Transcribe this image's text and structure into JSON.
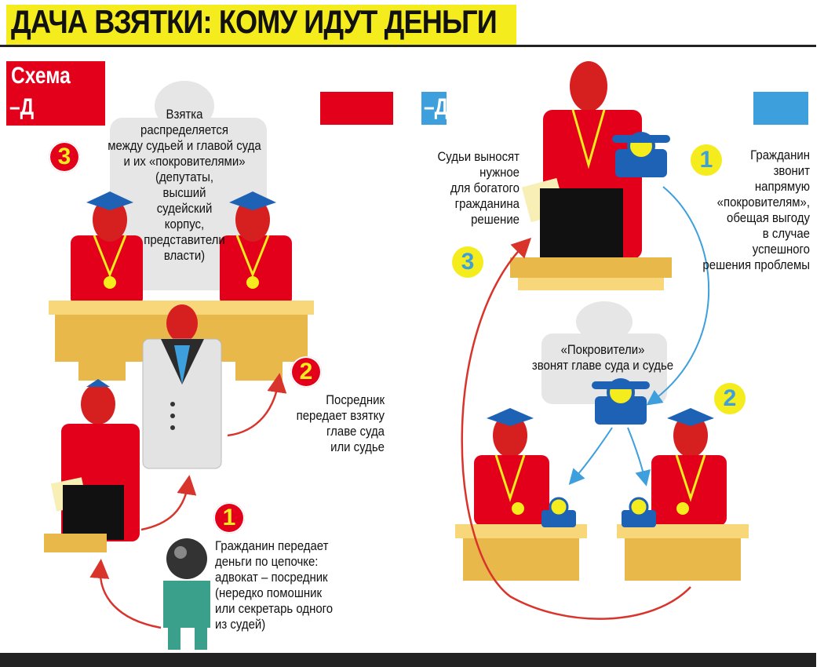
{
  "header": {
    "title": "ДАЧА ВЗЯТКИ: КОМУ ИДУТ ДЕНЬГИ"
  },
  "left_scheme": {
    "label_line1": "Схема",
    "label_line2": "–Д",
    "accent_color": "#e2001a",
    "steps": [
      {
        "number": "1",
        "lines": [
          "Гражданин передает",
          "деньги по цепочке:",
          "адвокат – посредник",
          "(нередко помошник",
          "или секретарь одного",
          "из судей)"
        ]
      },
      {
        "number": "2",
        "lines": [
          "Посредник",
          "передает взятку",
          "главе суда",
          "или судье"
        ]
      },
      {
        "number": "3",
        "lines": [
          "Взятка",
          "распределяется",
          "между судьей и главой суда",
          "и их «покровителями»",
          "(депутаты,",
          "высший",
          "судейский",
          "корпус,",
          "представители",
          "власти)"
        ]
      }
    ]
  },
  "right_scheme": {
    "label": "–Д",
    "accent_color": "#3d9fdc",
    "steps": [
      {
        "number": "1",
        "lines": [
          "Гражданин",
          "звонит",
          "напрямую",
          "«покровителям»,",
          "обещая выгоду",
          "в случае",
          "успешного",
          "решения проблемы"
        ]
      },
      {
        "number": "2",
        "lines": [
          "«Покровители»",
          "звонят главе суда и судье"
        ]
      },
      {
        "number": "3",
        "lines": [
          "Судьи выносят",
          "нужное",
          "для богатого",
          "гражданина",
          "решение"
        ]
      }
    ]
  },
  "colors": {
    "banner_yellow": "#f4ec1c",
    "figure_red": "#e2001a",
    "desk_yellow": "#f2c94c",
    "arrow_red": "#d9342b",
    "arrow_blue": "#3d9fdc"
  },
  "icons": [
    "judge-cap-icon",
    "phone-icon",
    "briefcase-icon",
    "envelope-icon",
    "medal-icon"
  ]
}
